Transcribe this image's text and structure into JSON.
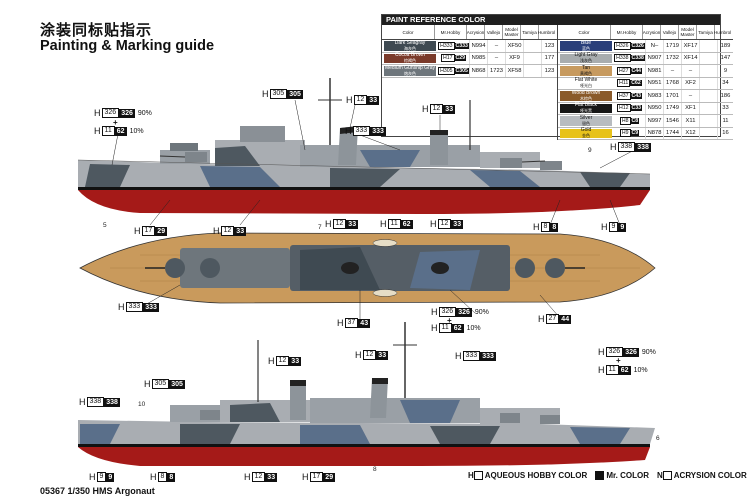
{
  "header": {
    "title_cn": "涂装同标贴指示",
    "title_en": "Painting & Marking guide"
  },
  "paint_table": {
    "title": "PAINT REFERENCE COLOR",
    "columns": [
      "Color",
      "Mr.Hobby",
      "Acrysion",
      "Vallejo",
      "Model Master",
      "Tamiya",
      "Humbrol"
    ],
    "left_rows": [
      {
        "name": "Dark Seagray",
        "cn": "海灰色",
        "bg": "#3f4a52",
        "fg": "#ffffff",
        "h": "H333",
        "mr": "C333",
        "n": "N",
        "aq": "994",
        "va": "–",
        "mm": "XF50",
        "ta": "",
        "hu": "123"
      },
      {
        "name": "Cocoa Brown",
        "cn": "棕褐色",
        "bg": "#7a3a2a",
        "fg": "#ffffff",
        "h": "H17",
        "mr": "C29",
        "n": "N",
        "aq": "985",
        "va": "–",
        "mm": "XF9",
        "ta": "",
        "hu": "177"
      },
      {
        "name": "Medium Gunship Gray",
        "cn": "炮灰色",
        "bg": "#6e767c",
        "fg": "#ffffff",
        "h": "H305",
        "mr": "C305",
        "n": "N",
        "aq": "868",
        "va": "1723",
        "mm": "XF58",
        "ta": "",
        "hu": "123"
      }
    ],
    "right_rows": [
      {
        "name": "Blue",
        "cn": "蓝色",
        "bg": "#2a3f7a",
        "fg": "#ffffff",
        "h": "H326",
        "mr": "C326",
        "n": "N",
        "aq": "–",
        "va": "1719",
        "mm": "XF17",
        "ta": "",
        "hu": "189"
      },
      {
        "name": "Light Gray",
        "cn": "浅灰色",
        "bg": "#a8acae",
        "fg": "#111111",
        "h": "H338",
        "mr": "C338",
        "n": "N",
        "aq": "907",
        "va": "1732",
        "mm": "XF14",
        "ta": "",
        "hu": "147"
      },
      {
        "name": "Tan",
        "cn": "黄褐色",
        "bg": "#c79a5f",
        "fg": "#111111",
        "h": "H27",
        "mr": "C44",
        "n": "N",
        "aq": "981",
        "va": "–",
        "mm": "–",
        "ta": "",
        "hu": "9"
      },
      {
        "name": "Flat White",
        "cn": "哑光白",
        "bg": "#ffffff",
        "fg": "#111111",
        "h": "H11",
        "mr": "C62",
        "n": "N",
        "aq": "951",
        "va": "1768",
        "mm": "XF2",
        "ta": "",
        "hu": "34"
      },
      {
        "name": "Wood Brown",
        "cn": "木棕色",
        "bg": "#8a5a2a",
        "fg": "#ffffff",
        "h": "H37",
        "mr": "C43",
        "n": "N",
        "aq": "983",
        "va": "1701",
        "mm": "–",
        "ta": "",
        "hu": "186"
      },
      {
        "name": "Flat Black",
        "cn": "哑光黑",
        "bg": "#161616",
        "fg": "#ffffff",
        "h": "H12",
        "mr": "C33",
        "n": "N",
        "aq": "950",
        "va": "1749",
        "mm": "XF1",
        "ta": "",
        "hu": "33"
      },
      {
        "name": "Silver",
        "cn": "银色",
        "bg": "#b8bcc0",
        "fg": "#111111",
        "h": "H8",
        "mr": "C8",
        "n": "N",
        "aq": "997",
        "va": "1546",
        "mm": "X11",
        "ta": "",
        "hu": "11"
      },
      {
        "name": "Gold",
        "cn": "金色",
        "bg": "#e7c21a",
        "fg": "#111111",
        "h": "H9",
        "mr": "C9",
        "n": "N",
        "aq": "878",
        "va": "1744",
        "mm": "X12",
        "ta": "",
        "hu": "16"
      }
    ]
  },
  "callouts": {
    "h326_90": {
      "h": "H",
      "box": "326",
      "blk": "326",
      "pct": "90%"
    },
    "h11_10": {
      "h": "H",
      "box": "11",
      "blk": "62",
      "pct": "10%"
    },
    "h305": {
      "h": "H",
      "box": "305",
      "blk": "305"
    },
    "h12_33": {
      "h": "H",
      "box": "12",
      "blk": "33"
    },
    "h333": {
      "h": "H",
      "box": "333",
      "blk": "333"
    },
    "h338": {
      "h": "H",
      "box": "338",
      "blk": "338"
    },
    "h17_29": {
      "h": "H",
      "box": "17",
      "blk": "29"
    },
    "h8_8": {
      "h": "H",
      "box": "8",
      "blk": "8"
    },
    "h9_9": {
      "h": "H",
      "box": "9",
      "blk": "9"
    },
    "h37_43": {
      "h": "H",
      "box": "37",
      "blk": "43"
    },
    "h27_44": {
      "h": "H",
      "box": "27",
      "blk": "44"
    }
  },
  "numbers": {
    "n5": "5",
    "n7": "7",
    "n9": "9",
    "n6": "6",
    "n8": "8",
    "n10": "10"
  },
  "plus": "+",
  "legend": {
    "aqueous": "AQUEOUS HOBBY COLOR",
    "mr": "Mr. COLOR",
    "acrysion": "ACRYSION COLOR",
    "h": "H",
    "n": "N"
  },
  "footer": "05367 1/350 HMS Argonaut",
  "colors": {
    "hull_gray": "#a9adb2",
    "hull_dark": "#4e5860",
    "hull_blue": "#5a6f8a",
    "red": "#a51a18",
    "deck_wood": "#c99a5c",
    "black": "#111111"
  }
}
